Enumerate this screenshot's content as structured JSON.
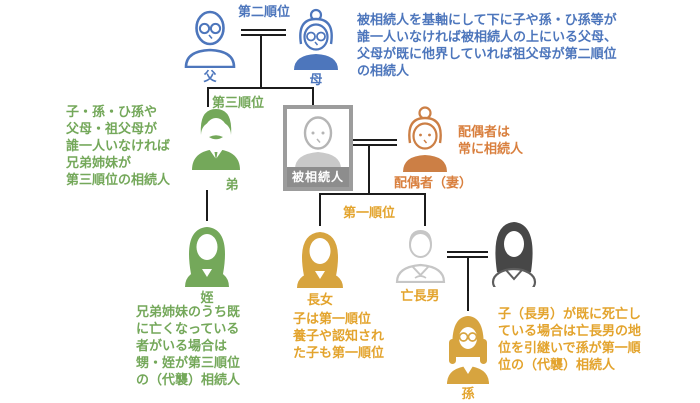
{
  "diagram": {
    "background": "#ffffff",
    "type": "family-inheritance-tree"
  },
  "labels": {
    "rank2": "第二順位",
    "rank3": "第三順位",
    "rank1": "第一順位"
  },
  "people": {
    "father": "父",
    "mother": "母",
    "brother": "弟",
    "niece": "姪",
    "decedent": "被相続人",
    "spouse": "配偶者（妻）",
    "eldest_daughter": "長女",
    "late_eldest_son": "亡長男",
    "grandchild": "孫"
  },
  "notes": {
    "rank2_note": "被相続人を基軸にして下に子や孫・ひ孫等が\n誰一人いなければ被相続人の上にいる父母、\n父母が既に他界していれば祖父母が第二順位\nの相続人",
    "rank3_note": "子・孫・ひ孫や\n父母・祖父母が\n誰一人いなければ\n兄弟姉妹が\n第三順位の相続人",
    "niece_note": "兄弟姉妹のうち既\nに亡くなっている\n者がいる場合は\n甥・姪が第三順位\nの（代襲）相続人",
    "spouse_note": "配偶者は\n常に相続人",
    "children_note": "子は第一順位\n養子や認知され\nた子も第一順位",
    "grandchild_note": "子（長男）が既に死亡し\nている場合は亡長男の地\n位を引継いで孫が第一順\n位の（代襲）相続人"
  },
  "colors": {
    "blue": "#4d76bc",
    "green": "#74a85a",
    "orange": "#d9803f",
    "gold_text": "#e3a42e",
    "gold_icon": "#d7a43f",
    "gray_light": "#c6c6c6",
    "gray_dark_hair": "#474747",
    "decedent_frame": "#9c9c9c",
    "decedent_band": "#8d8d8d",
    "line": "#1c1c1c"
  }
}
